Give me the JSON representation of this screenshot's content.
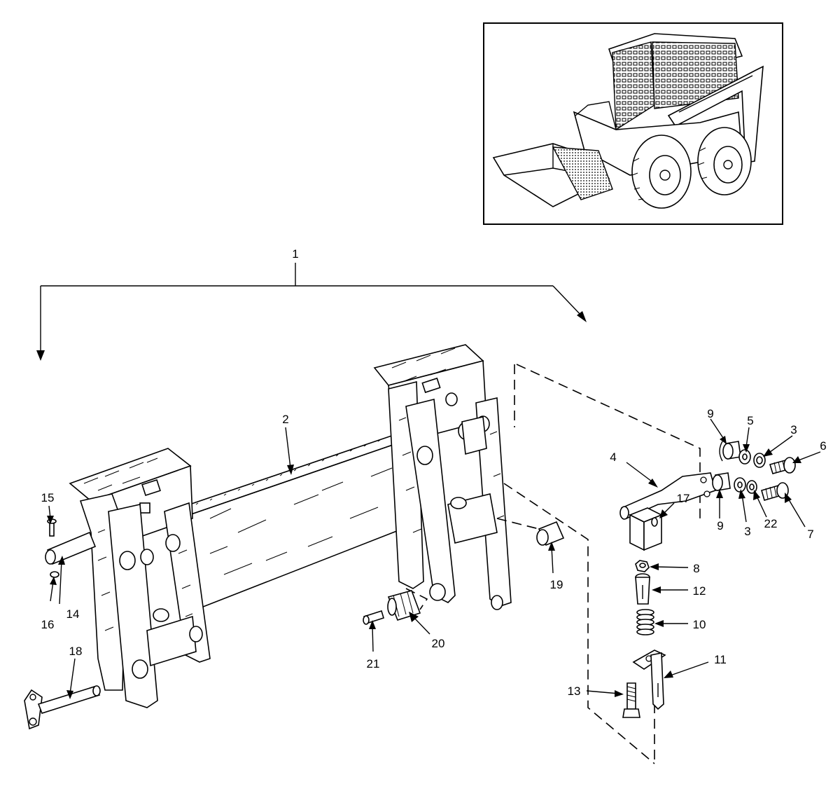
{
  "callouts": [
    {
      "id": "1",
      "label": "1"
    },
    {
      "id": "2",
      "label": "2"
    },
    {
      "id": "3a",
      "label": "3"
    },
    {
      "id": "3b",
      "label": "3"
    },
    {
      "id": "4",
      "label": "4"
    },
    {
      "id": "5",
      "label": "5"
    },
    {
      "id": "6",
      "label": "6"
    },
    {
      "id": "7",
      "label": "7"
    },
    {
      "id": "8",
      "label": "8"
    },
    {
      "id": "9a",
      "label": "9"
    },
    {
      "id": "9b",
      "label": "9"
    },
    {
      "id": "10",
      "label": "10"
    },
    {
      "id": "11",
      "label": "11"
    },
    {
      "id": "12",
      "label": "12"
    },
    {
      "id": "13",
      "label": "13"
    },
    {
      "id": "14",
      "label": "14"
    },
    {
      "id": "15",
      "label": "15"
    },
    {
      "id": "16",
      "label": "16"
    },
    {
      "id": "17",
      "label": "17"
    },
    {
      "id": "18",
      "label": "18"
    },
    {
      "id": "19",
      "label": "19"
    },
    {
      "id": "20",
      "label": "20"
    },
    {
      "id": "21",
      "label": "21"
    },
    {
      "id": "22",
      "label": "22"
    }
  ]
}
